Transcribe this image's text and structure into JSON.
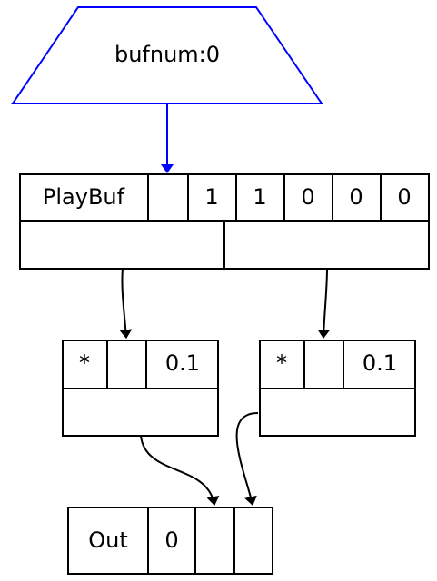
{
  "input": {
    "label": "bufnum:0",
    "color": "#0000ff"
  },
  "playbuf": {
    "name": "PlayBuf",
    "args": [
      "",
      "1",
      "1",
      "0",
      "0",
      "0"
    ]
  },
  "mul_left": {
    "op": "*",
    "args": [
      "",
      "0.1"
    ]
  },
  "mul_right": {
    "op": "*",
    "args": [
      "",
      "0.1"
    ]
  },
  "out": {
    "name": "Out",
    "args": [
      "0",
      "",
      ""
    ]
  },
  "colors": {
    "edge": "#000000",
    "control_edge": "#0000ff",
    "background": "#ffffff"
  }
}
